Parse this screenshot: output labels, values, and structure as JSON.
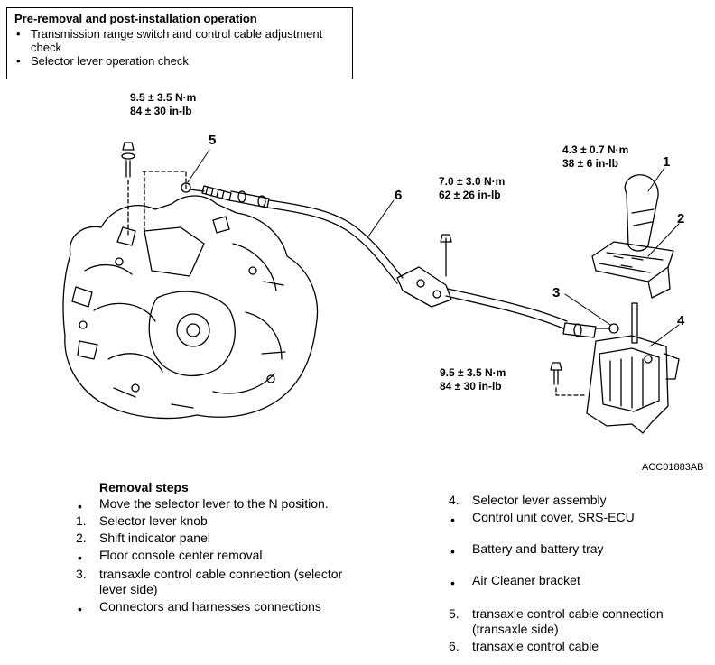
{
  "pre_operation": {
    "title": "Pre-removal and post-installation operation",
    "items": [
      "Transmission range switch and control cable adjustment check",
      "Selector lever operation check"
    ]
  },
  "torques": {
    "t1": {
      "line1": "9.5 ± 3.5 N·m",
      "line2": "84 ± 30 in-lb"
    },
    "t2": {
      "line1": "7.0 ± 3.0 N·m",
      "line2": "62 ± 26 in-lb"
    },
    "t3": {
      "line1": "4.3 ± 0.7 N·m",
      "line2": "38 ± 6 in-lb"
    },
    "t4": {
      "line1": "9.5 ± 3.5 N·m",
      "line2": "84 ± 30 in-lb"
    }
  },
  "callouts": {
    "c1": "1",
    "c2": "2",
    "c3": "3",
    "c4": "4",
    "c5": "5",
    "c6": "6"
  },
  "figure_code": "ACC01883AB",
  "removal_steps": {
    "heading": "Removal steps",
    "left": [
      {
        "marker": "•",
        "text": "Move the selector lever to the N position."
      },
      {
        "marker": "1.",
        "text": "Selector lever knob"
      },
      {
        "marker": "2.",
        "text": "Shift indicator panel"
      },
      {
        "marker": "•",
        "text": "Floor console center removal"
      },
      {
        "marker": "3.",
        "text": "transaxle control cable connection (selector lever side)"
      },
      {
        "marker": "•",
        "text": "Connectors and harnesses connections"
      }
    ],
    "right": [
      {
        "marker": "4.",
        "text": "Selector lever assembly"
      },
      {
        "marker": "•",
        "text": "Control unit cover, SRS-ECU"
      },
      {
        "marker": "•",
        "text": "Battery and battery tray"
      },
      {
        "marker": "•",
        "text": "Air Cleaner bracket"
      },
      {
        "marker": "5.",
        "text": "transaxle control cable connection (transaxle side)"
      },
      {
        "marker": "6.",
        "text": "transaxle control cable"
      }
    ]
  }
}
